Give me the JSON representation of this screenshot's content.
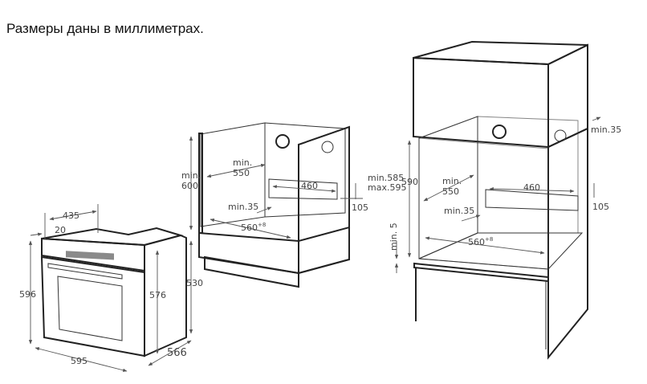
{
  "title": "Размеры даны в миллиметрах.",
  "colors": {
    "outline": "#222222",
    "cabinet_gray": "#a6a6a6",
    "side_gray": "#8f8f8f",
    "light_gray": "#cfcfcf",
    "dim_text": "#444444"
  },
  "oven": {
    "depth_top": "435",
    "front_offset": "20",
    "height": "596",
    "width": "595",
    "depth": "566",
    "inner_height": "576",
    "body_height": "530"
  },
  "undercounter_niche": {
    "height": "min.\n600",
    "height_l1": "min.",
    "height_l2": "600",
    "depth_l1": "min.",
    "depth_l2": "550",
    "vent_width": "460",
    "vent_height": "105",
    "vent_offset": "min.35",
    "width": "560",
    "width_tol": "+8"
  },
  "column_niche": {
    "height_range_l1": "min.585",
    "height_range_l2": "max.595",
    "height": "590",
    "depth_l1": "min.",
    "depth_l2": "550",
    "vent_width": "460",
    "vent_height": "105",
    "vent_offset": "min.35",
    "top_gap": "min.35",
    "bottom_gap": "min. 5",
    "width": "560",
    "width_tol": "+8"
  }
}
